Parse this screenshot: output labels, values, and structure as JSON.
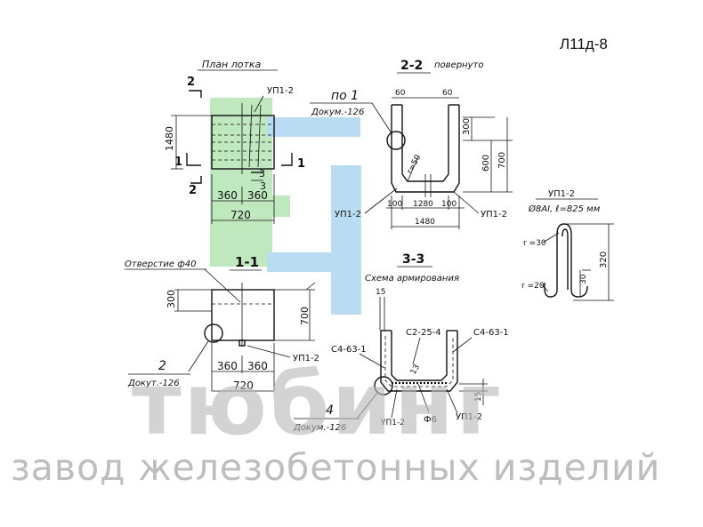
{
  "sheet_code": "Л11д-8",
  "watermark": {
    "brand": "тюбинг",
    "tagline": "завод железобетонных изделий",
    "colors": {
      "green": "#bfe8bf",
      "blue": "#b9dcf2",
      "gray": "#b9b9b9"
    }
  },
  "plan": {
    "title": "План лотка",
    "section_2_top": "2",
    "section_2_bottom": "2",
    "section_1_left": "1",
    "section_1_right": "1",
    "section_3_top": "3",
    "section_3_bottom": "3",
    "part_label": "УП1-2",
    "dim_height": "1480",
    "dim_left": "360",
    "dim_right": "360",
    "dim_total": "720"
  },
  "section_1_1": {
    "title": "1-1",
    "hole_label": "Отверстие ф40",
    "dim_300": "300",
    "dim_700": "700",
    "dim_left": "360",
    "dim_right": "360",
    "dim_total": "720",
    "part_label": "УП1-2",
    "callout_number": "2",
    "callout_doc": "Докут.-126"
  },
  "section_2_2": {
    "title": "2-2",
    "subtitle": "повернуто",
    "callout_number": "по 1",
    "callout_doc": "Докум.-126",
    "dim_60_left": "60",
    "dim_60_right": "60",
    "dim_300": "300",
    "dim_600": "600",
    "dim_700": "700",
    "r_label": "r=50",
    "part_left": "УП1-2",
    "part_right": "УП1-2",
    "dim_100_left": "100",
    "dim_1280": "1280",
    "dim_100_right": "100",
    "dim_1480": "1480"
  },
  "section_3_3": {
    "title": "3-3",
    "subtitle": "Схема армирования",
    "dim_15_top": "15",
    "mesh_c2": "С2-25-4",
    "mesh_c4_left": "С4-63-1",
    "mesh_c4_right": "С4-63-1",
    "callout_13": "13",
    "callout_number": "4",
    "callout_doc": "Докум.-126",
    "part_left": "УП1-2",
    "bar_label": "Ф6",
    "part_right": "УП1-2",
    "dim_15_side": "15"
  },
  "loop_detail": {
    "title": "УП1-2",
    "spec": "Ø8АI, ℓ=825 мм",
    "r_top": "r =30",
    "r_bottom": "r =20",
    "dim_30": "30",
    "dim_320": "320"
  }
}
